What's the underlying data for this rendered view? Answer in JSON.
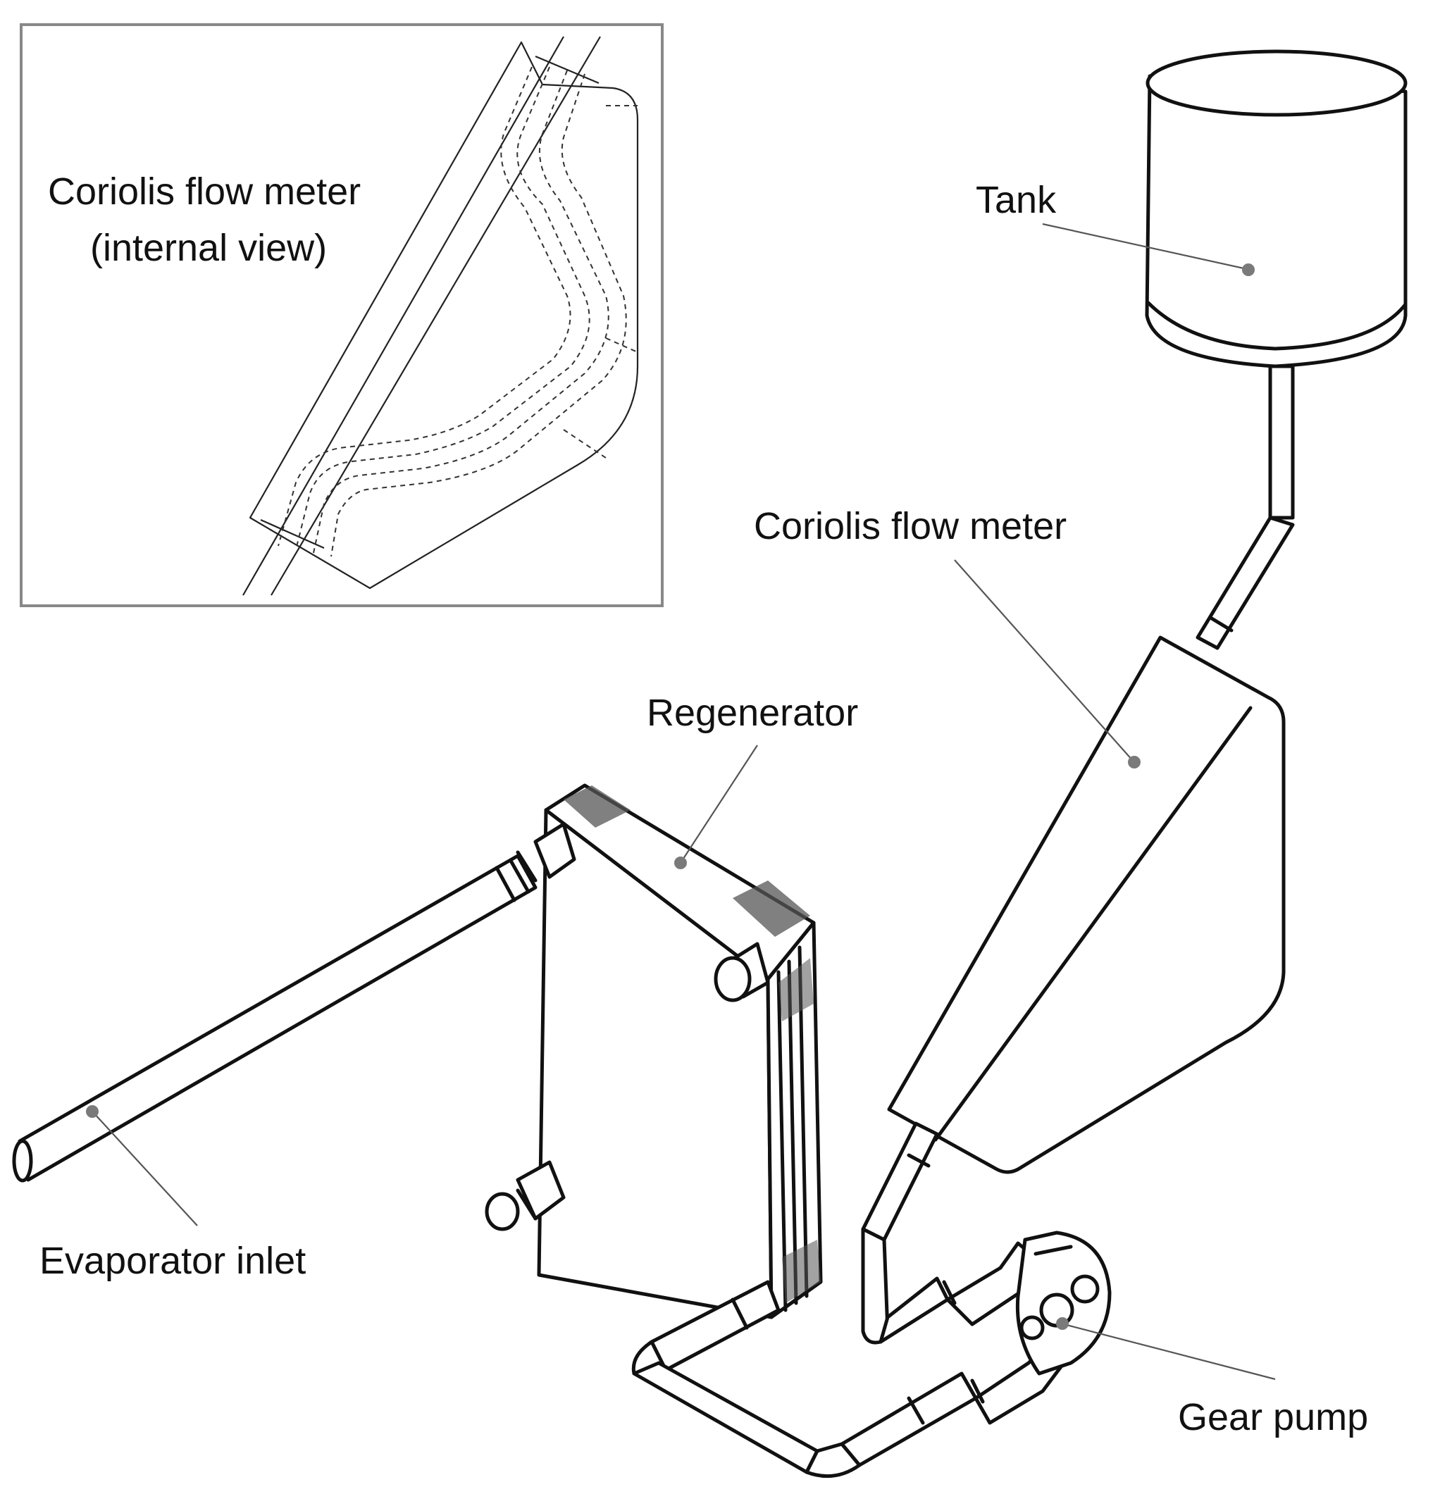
{
  "inset": {
    "label_line1": "Coriolis flow meter",
    "label_line2": "(internal view)"
  },
  "labels": {
    "tank": "Tank",
    "coriolis": "Coriolis flow meter",
    "regenerator": "Regenerator",
    "evaporator_inlet": "Evaporator inlet",
    "gear_pump": "Gear pump"
  },
  "colors": {
    "line": "#111111",
    "leader": "#555555",
    "leader_dot": "#7a7a7a",
    "inset_border": "#888888"
  }
}
